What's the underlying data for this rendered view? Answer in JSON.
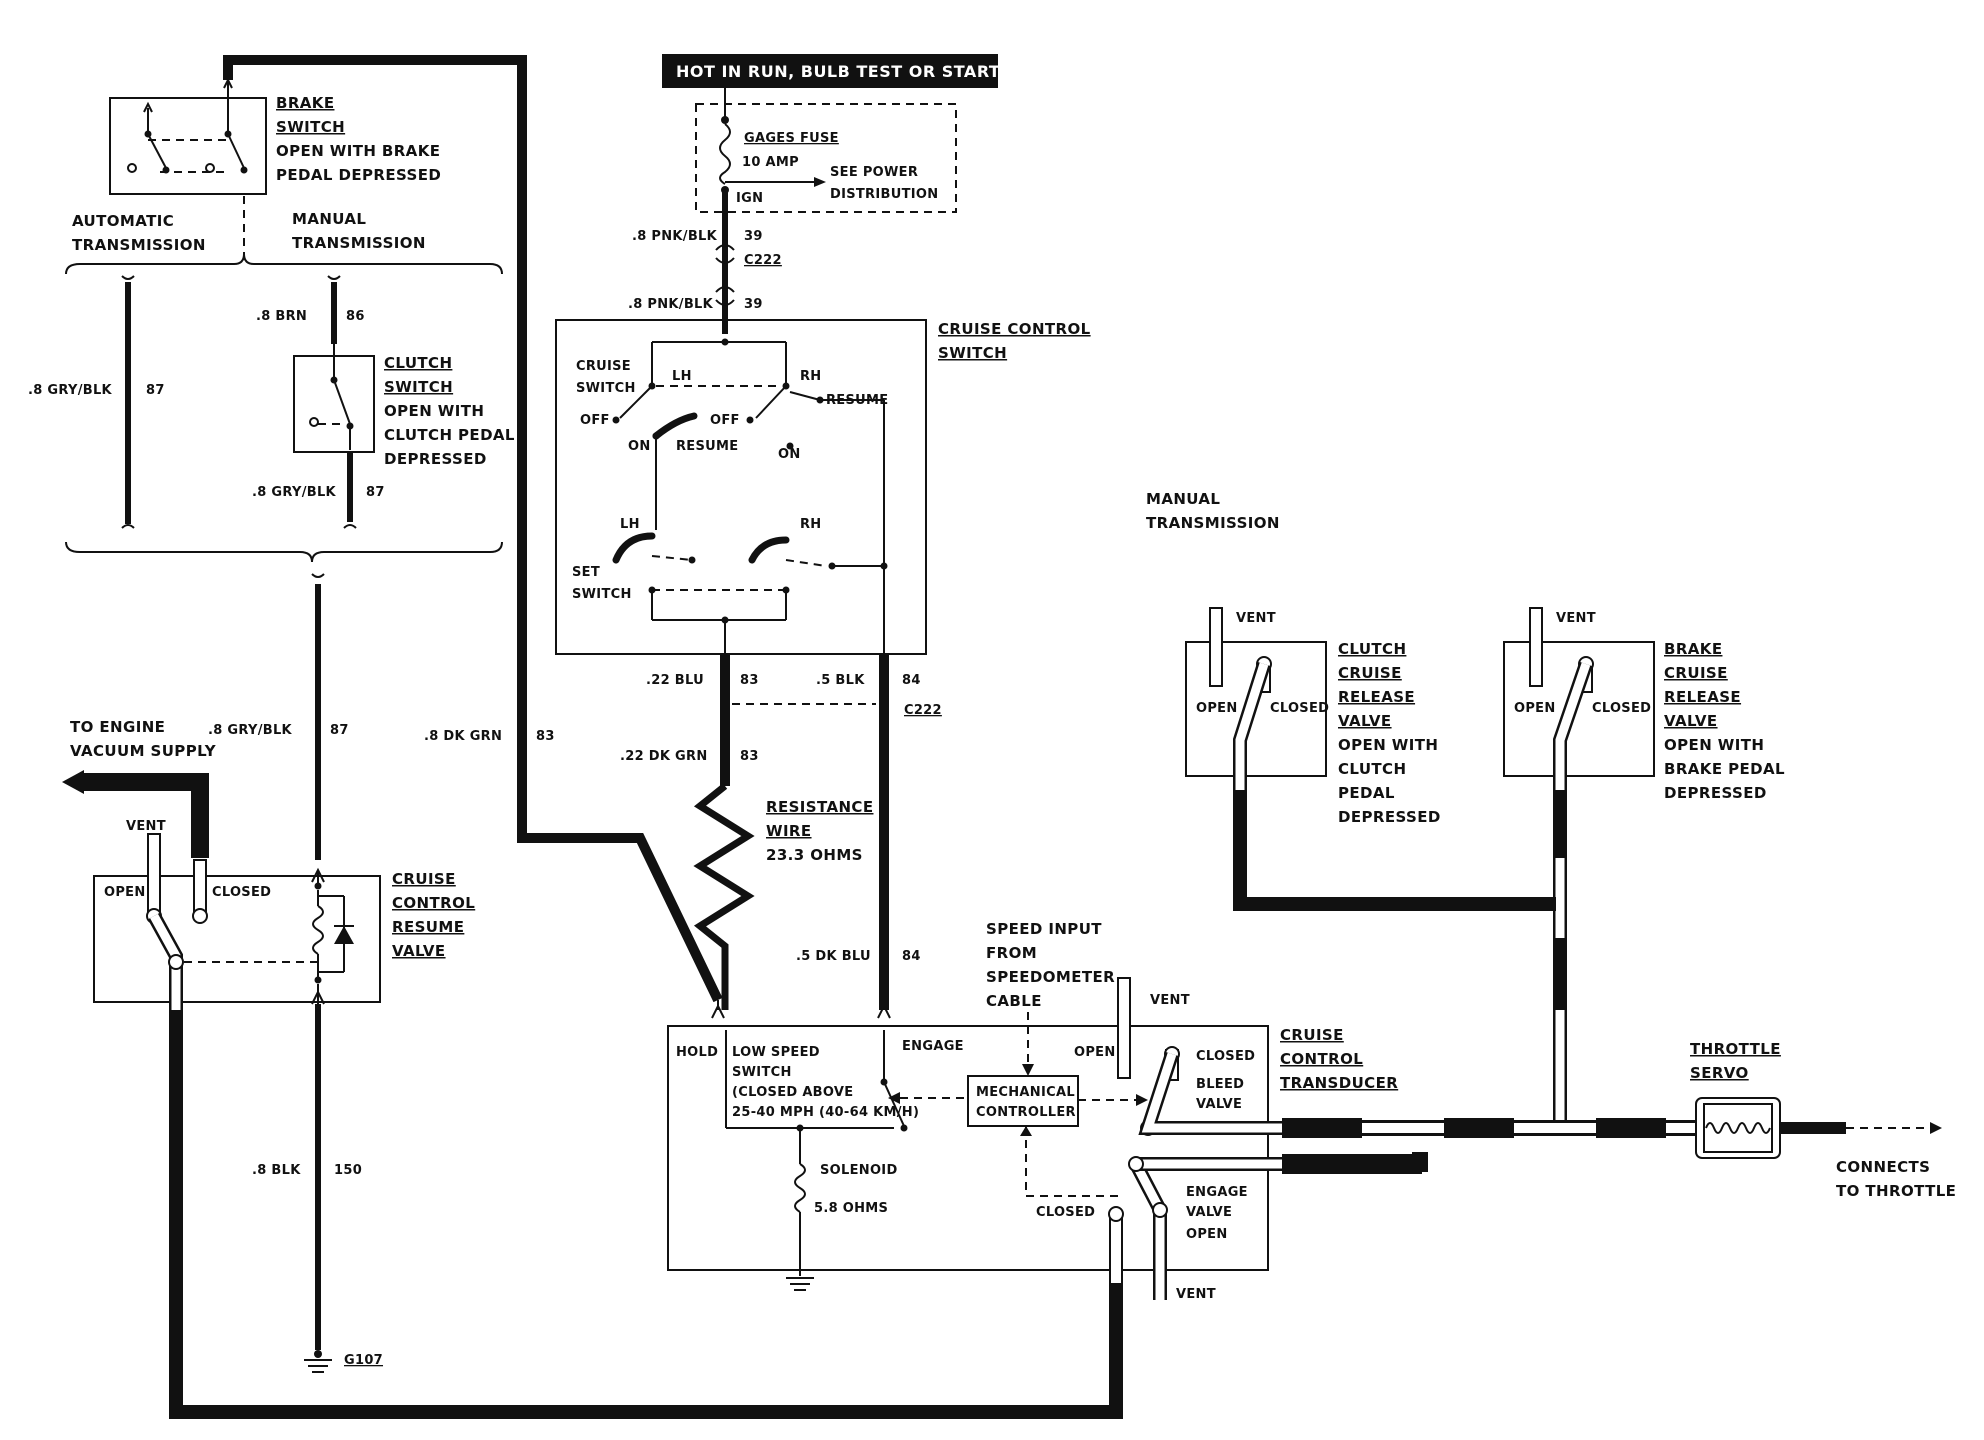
{
  "banner": {
    "text": "HOT IN RUN,  BULB TEST OR START"
  },
  "gages_fuse": {
    "title": "GAGES FUSE",
    "rating": "10 AMP",
    "ign": "IGN",
    "see_power_1": "SEE POWER",
    "see_power_2": "DISTRIBUTION"
  },
  "upper_wire": {
    "gauge": ".8 PNK/BLK",
    "circuit": "39",
    "connector": "C222"
  },
  "lower_wire": {
    "gauge": ".8 PNK/BLK",
    "circuit": "39"
  },
  "brake_switch": {
    "title_1": "BRAKE",
    "title_2": "SWITCH",
    "desc_1": "OPEN WITH BRAKE",
    "desc_2": "PEDAL DEPRESSED"
  },
  "auto_trans": {
    "line1": "AUTOMATIC",
    "line2": "TRANSMISSION"
  },
  "manual_trans": {
    "line1": "MANUAL",
    "line2": "TRANSMISSION"
  },
  "wire_brn": {
    "gauge": ".8 BRN",
    "circuit": "86"
  },
  "wire_gry_auto": {
    "gauge": ".8 GRY/BLK",
    "circuit": "87"
  },
  "clutch_switch": {
    "title_1": "CLUTCH",
    "title_2": "SWITCH",
    "desc_1": "OPEN WITH",
    "desc_2": "CLUTCH PEDAL",
    "desc_3": "DEPRESSED"
  },
  "wire_gry_manual": {
    "gauge": ".8 GRY/BLK",
    "circuit": "87"
  },
  "wire_gry_resume": {
    "gauge": ".8 GRY/BLK",
    "circuit": "87"
  },
  "wire_dkgrn_83": {
    "gauge": ".8 DK GRN",
    "circuit": "83"
  },
  "cruise_switch": {
    "title_1": "CRUISE CONTROL",
    "title_2": "SWITCH",
    "cruise_1": "CRUISE",
    "cruise_2": "SWITCH",
    "lh": "LH",
    "rh": "RH",
    "off": "OFF",
    "on": "ON",
    "resume": "RESUME",
    "set_1": "SET",
    "set_2": "SWITCH"
  },
  "wire_blu": {
    "gauge": ".22 BLU",
    "circuit": "83"
  },
  "wire_blk": {
    "gauge": ".5 BLK",
    "circuit": "84",
    "connector": "C222"
  },
  "wire_dkgrn_22": {
    "gauge": ".22 DK GRN",
    "circuit": "83"
  },
  "resistance": {
    "title_1": "RESISTANCE",
    "title_2": "WIRE",
    "value": "23.3 OHMS"
  },
  "wire_dkblu": {
    "gauge": ".5 DK BLU",
    "circuit": "84"
  },
  "engine_vacuum": {
    "line1": "TO ENGINE",
    "line2": "VACUUM SUPPLY"
  },
  "resume_valve": {
    "vent": "VENT",
    "open": "OPEN",
    "closed": "CLOSED",
    "title_1": "CRUISE",
    "title_2": "CONTROL",
    "title_3": "RESUME",
    "title_4": "VALVE"
  },
  "wire_blk_150": {
    "gauge": ".8 BLK",
    "circuit": "150"
  },
  "ground": {
    "label": "G107"
  },
  "manual_trans_right": {
    "line1": "MANUAL",
    "line2": "TRANSMISSION"
  },
  "clutch_valve": {
    "vent": "VENT",
    "open": "OPEN",
    "closed": "CLOSED",
    "title_1": "CLUTCH",
    "title_2": "CRUISE",
    "title_3": "RELEASE",
    "title_4": "VALVE",
    "desc_1": "OPEN WITH",
    "desc_2": "CLUTCH",
    "desc_3": "PEDAL",
    "desc_4": "DEPRESSED"
  },
  "brake_valve": {
    "vent": "VENT",
    "open": "OPEN",
    "closed": "CLOSED",
    "title_1": "BRAKE",
    "title_2": "CRUISE",
    "title_3": "RELEASE",
    "title_4": "VALVE",
    "desc_1": "OPEN WITH",
    "desc_2": "BRAKE PEDAL",
    "desc_3": "DEPRESSED"
  },
  "speed_input": {
    "line1": "SPEED INPUT",
    "line2": "FROM",
    "line3": "SPEEDOMETER",
    "line4": "CABLE"
  },
  "transducer": {
    "hold": "HOLD",
    "engage": "ENGAGE",
    "lss_1": "LOW SPEED",
    "lss_2": "SWITCH",
    "lss_3": "(CLOSED ABOVE",
    "lss_4": "25-40 MPH (40-64 KM/H)",
    "mech_1": "MECHANICAL",
    "mech_2": "CONTROLLER",
    "solenoid": "SOLENOID",
    "sol_ohms": "5.8 OHMS",
    "open": "OPEN",
    "vent": "VENT",
    "closed": "CLOSED",
    "bleed_1": "BLEED",
    "bleed_2": "VALVE",
    "engage_1": "ENGAGE",
    "engage_2": "VALVE",
    "engage_3": "OPEN",
    "closed_2": "CLOSED",
    "vent_bottom": "VENT",
    "title_1": "CRUISE",
    "title_2": "CONTROL",
    "title_3": "TRANSDUCER"
  },
  "throttle_servo": {
    "title_1": "THROTTLE",
    "title_2": "SERVO"
  },
  "throttle": {
    "line1": "CONNECTS",
    "line2": "TO THROTTLE"
  }
}
